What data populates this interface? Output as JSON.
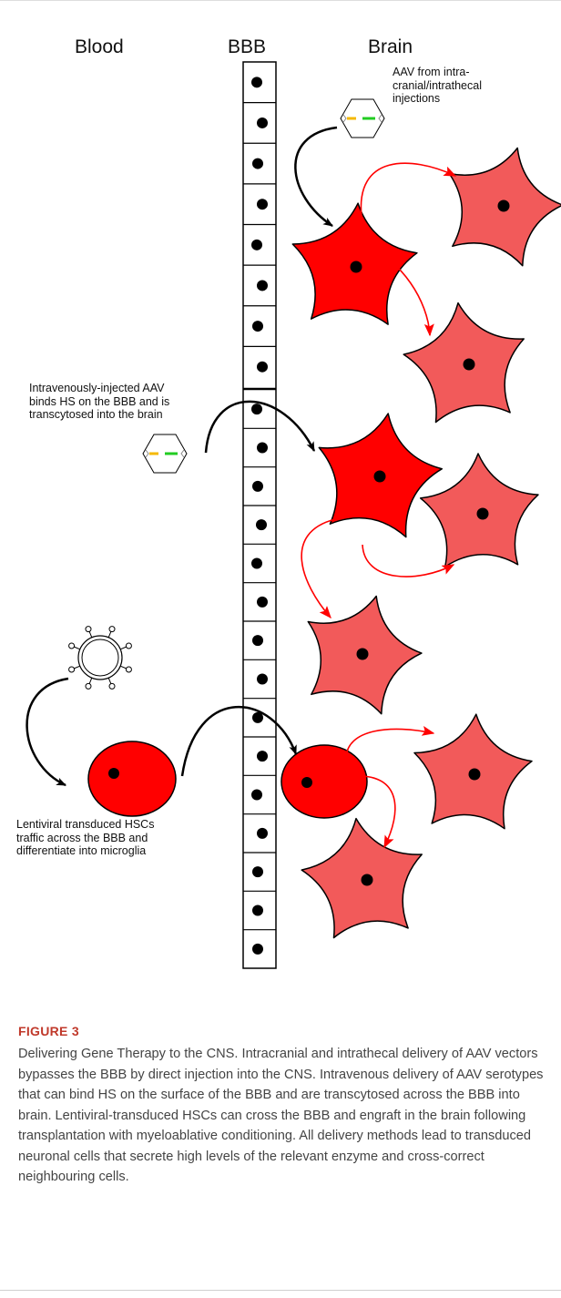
{
  "headers": {
    "blood": "Blood",
    "bbb": "BBB",
    "brain": "Brain"
  },
  "labels": {
    "aav_intracranial": "AAV from intra-\ncranial/intrathecal\ninjections",
    "aav_intravenous": "Intravenously-injected AAV\nbinds HS on the BBB and is\ntranscytosed into the brain",
    "lentiviral": "Lentiviral transduced HSCs\ntraffic across the BBB and\ndifferentiate into microglia"
  },
  "colors": {
    "transduced_cell": "#ff0000",
    "cross_corrected_cell": "#f25a5a",
    "cross_correction_arrow": "#ff0000",
    "delivery_arrow": "#000000",
    "figure_label": "#c0392b"
  },
  "figure": {
    "label": "FIGURE 3",
    "caption": "Delivering Gene Therapy to the CNS. Intracranial and intrathecal delivery of AAV vectors bypasses the BBB by direct injection into the CNS. Intravenous delivery of AAV serotypes that can bind HS on the surface of the BBB and are transcytosed across the BBB into brain. Lentiviral-transduced HSCs can cross the BBB and engraft in the brain following transplantation with myeloablative conditioning. All delivery methods lead to transduced neuronal cells that secrete high levels of the relevant enzyme and cross-correct neighbouring cells."
  }
}
